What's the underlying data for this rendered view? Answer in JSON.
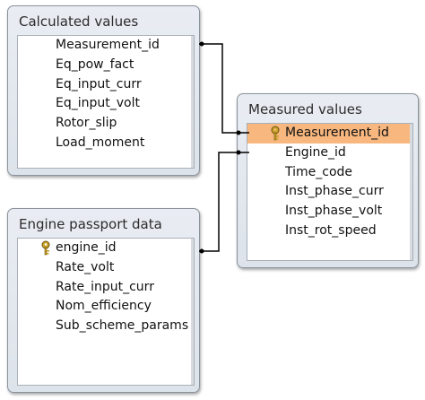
{
  "tables": {
    "calculated": {
      "title": "Calculated values",
      "fields": [
        "Measurement_id",
        "Eq_pow_fact",
        "Eq_input_curr",
        "Eq_input_volt",
        "Rotor_slip",
        "Load_moment"
      ]
    },
    "engine": {
      "title": "Engine passport data",
      "fields": [
        "engine_id",
        "Rate_volt",
        "Rate_input_curr",
        "Nom_efficiency",
        "Sub_scheme_params"
      ],
      "key_field": "engine_id"
    },
    "measured": {
      "title": "Measured values",
      "fields": [
        "Measurement_id",
        "Engine_id",
        "Time_code",
        "Inst_phase_curr",
        "Inst_phase_volt",
        "Inst_rot_speed"
      ],
      "key_field": "Measurement_id",
      "selected_field": "Measurement_id"
    }
  },
  "colors": {
    "selected_row": "#f7b77f",
    "key_icon": "#c9a227",
    "line": "#000000"
  }
}
